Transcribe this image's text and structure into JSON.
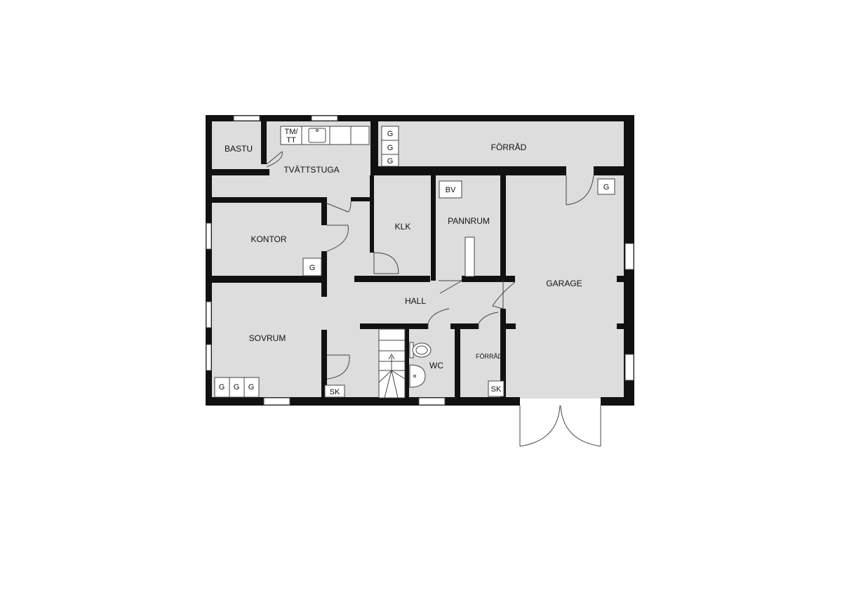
{
  "rooms": {
    "bastu": "BASTU",
    "tvattstuga": "TVÄTTSTUGA",
    "forrad_top": "FÖRRÅD",
    "kontor": "KONTOR",
    "klk": "KLK",
    "pannrum": "PANNRUM",
    "garage": "GARAGE",
    "hall": "HALL",
    "sovrum": "SOVRUM",
    "wc": "WC",
    "forrad_small": "FÖRRÅD"
  },
  "fixtures": {
    "tm_tt_line1": "TM/",
    "tm_tt_line2": "TT",
    "bv": "BV",
    "g": "G",
    "sk": "SK"
  }
}
